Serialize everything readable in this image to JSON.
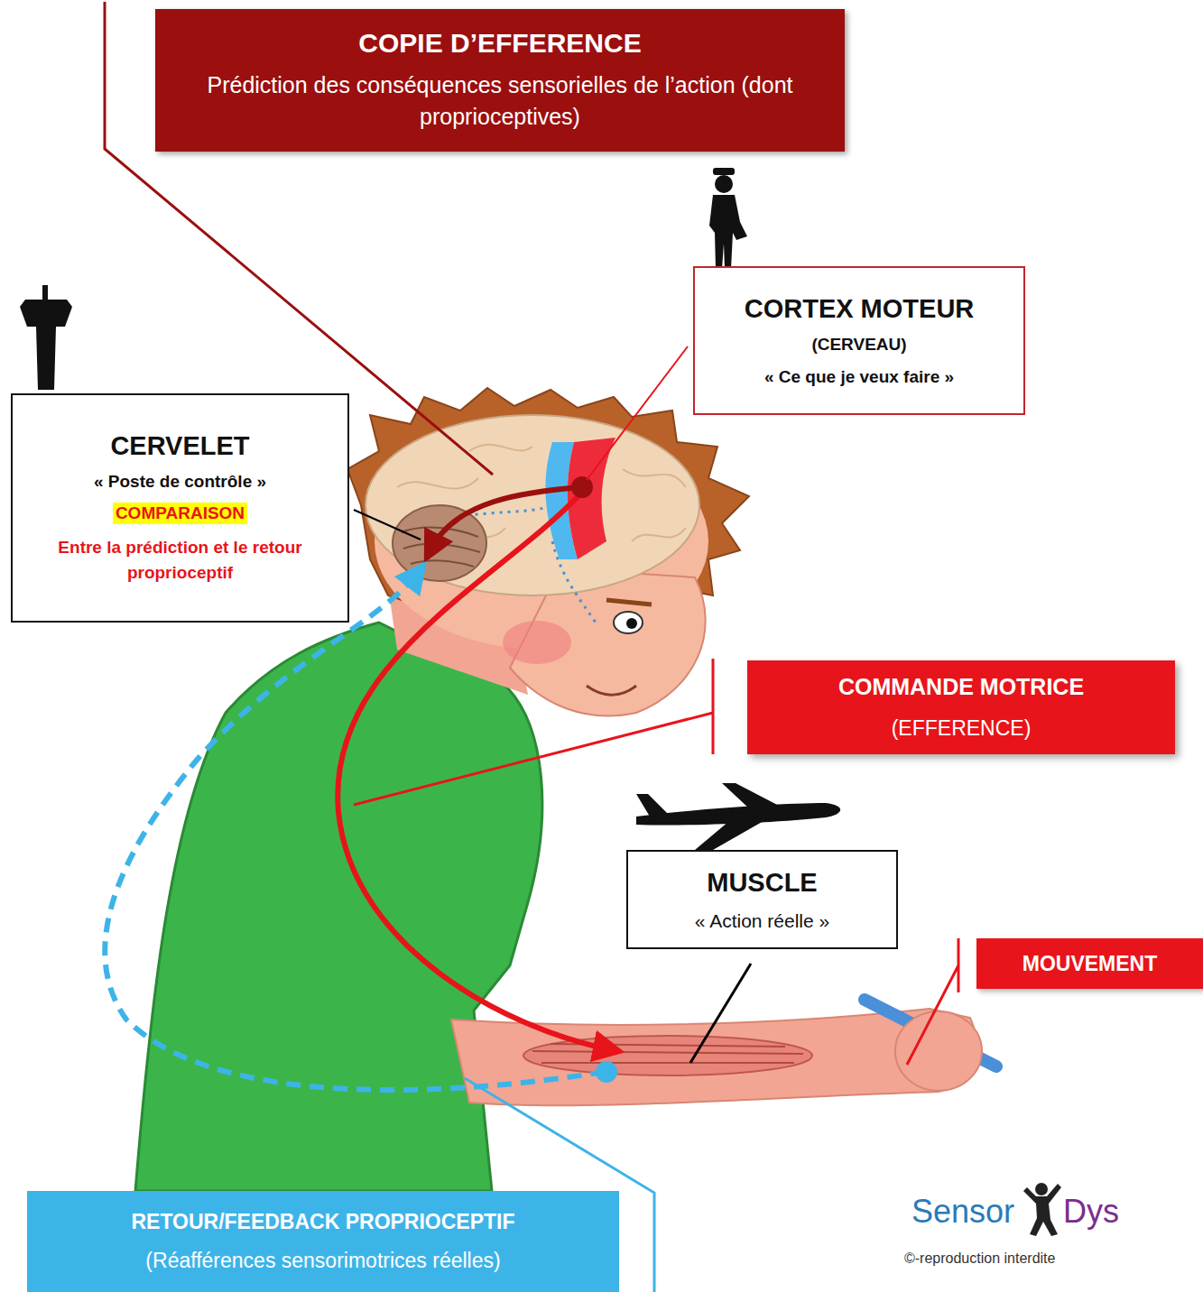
{
  "diagram": {
    "nodes": [
      {
        "text": [
          "COPIE D’EFFERENCE",
          "Prédiction des conséquences sensorielles de l’action (dont proprioceptives)"
        ]
      },
      {
        "text": [
          "CORTEX MOTEUR",
          "(CERVEAU)",
          "« Ce que je veux faire »"
        ]
      },
      {
        "text": [
          "CERVELET",
          "« Poste de contrôle »",
          "COMPARAISON",
          "Entre la prédiction et le retour proprioceptif"
        ]
      },
      {
        "text": [
          "COMMANDE MOTRICE",
          "(EFFERENCE)"
        ]
      },
      {
        "text": [
          "MUSCLE",
          "« Action réelle »"
        ]
      },
      {
        "text": [
          "MOUVEMENT"
        ]
      },
      {
        "text": [
          "RETOUR/FEEDBACK PROPRIOCEPTIF",
          "(Réafférences sensorimotrices réelles)"
        ]
      }
    ],
    "labels": [
      "Sensor",
      "Dys",
      "©-reproduction interdite"
    ]
  }
}
